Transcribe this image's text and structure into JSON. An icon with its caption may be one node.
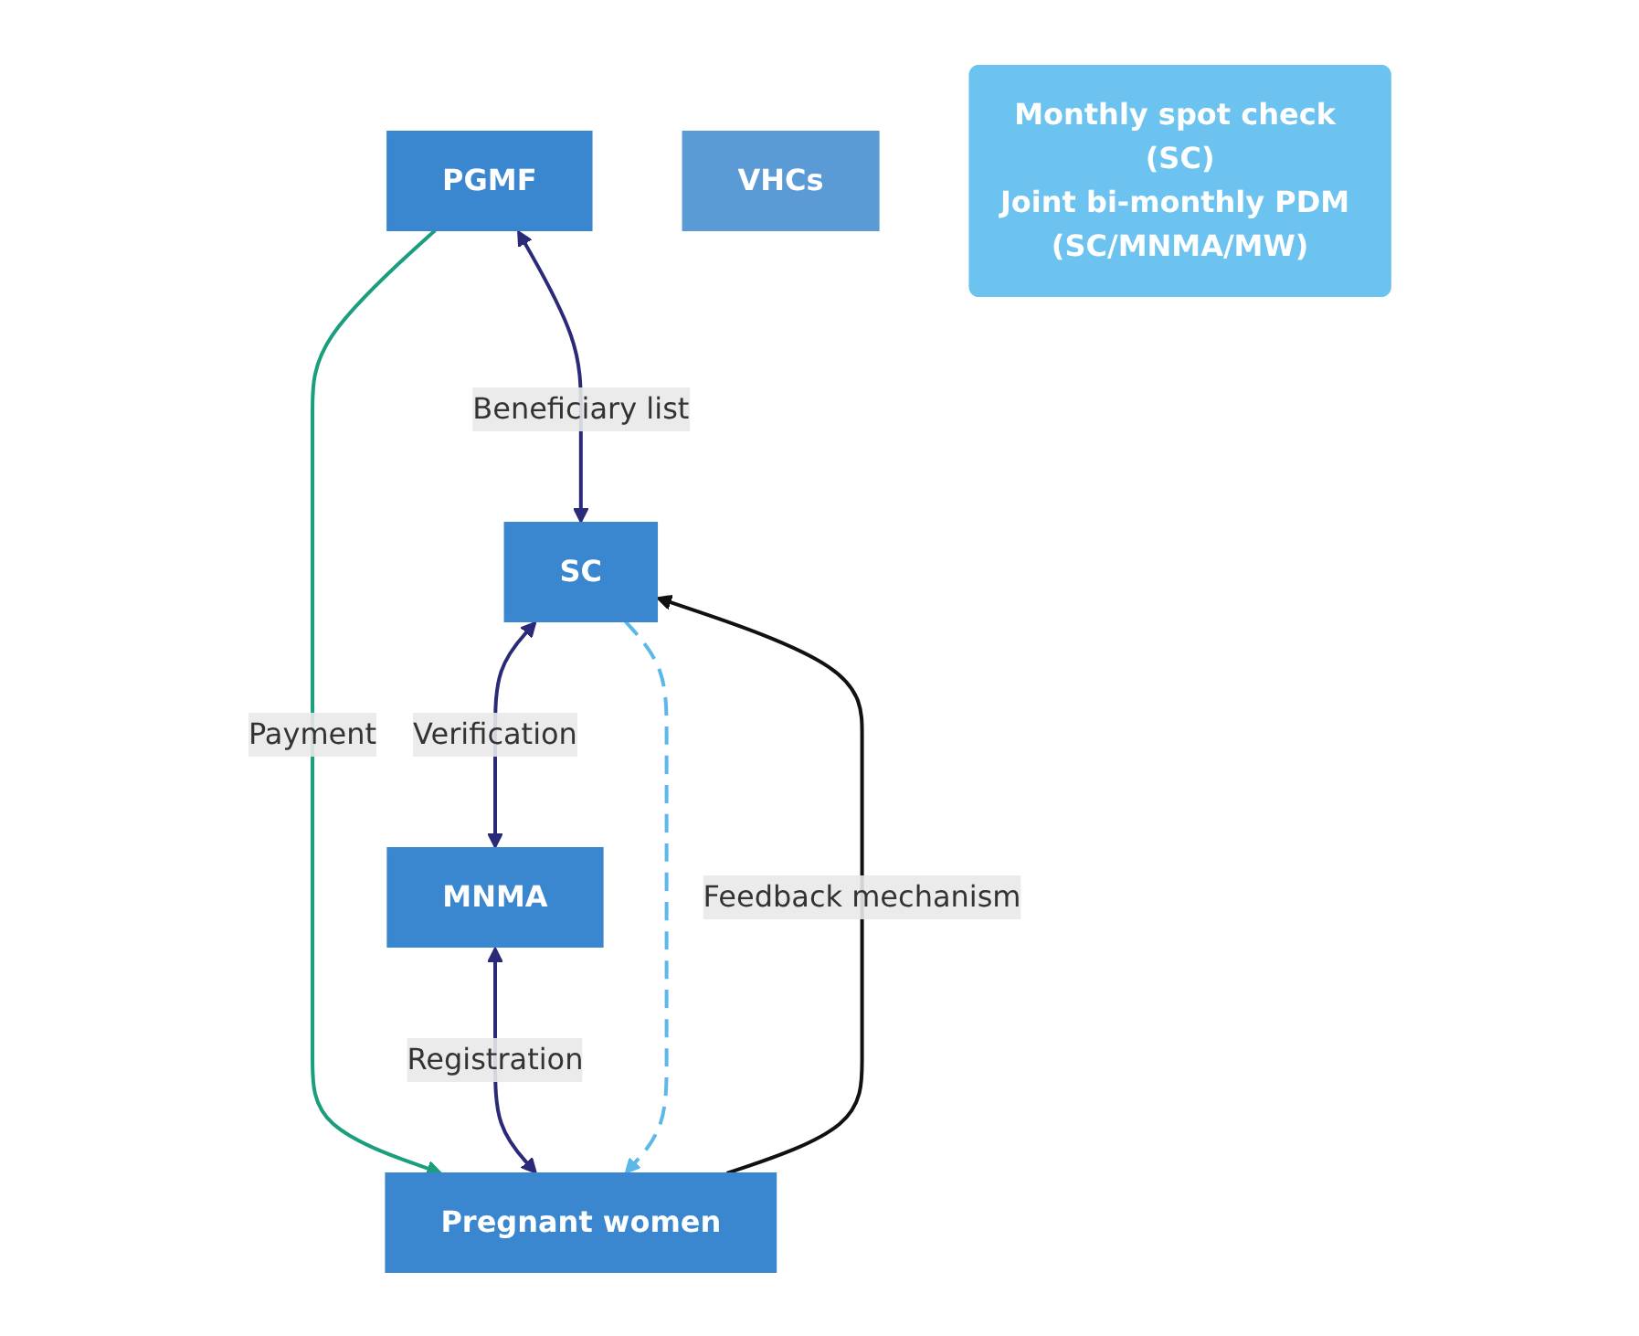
{
  "diagram": {
    "nodes": [
      {
        "text": [
          "PGMF"
        ]
      },
      {
        "text": [
          "SC"
        ]
      },
      {
        "text": [
          "MNMA"
        ]
      },
      {
        "text": [
          "Pregnant women"
        ]
      },
      {
        "text": [
          "VHCs"
        ]
      },
      {
        "text": [
          "Monthly spot check (SC)",
          "Joint bi-monthly PDM (SC/MNMA/MW)"
        ]
      }
    ],
    "edges": [
      {
        "from": 0,
        "to": 1,
        "arrow": "both",
        "label": "Beneficiary list"
      },
      {
        "from": 1,
        "to": 2,
        "arrow": "both",
        "label": "Verification"
      },
      {
        "from": 0,
        "to": 3,
        "arrow": "to",
        "label": "Payment",
        "color": "#1a9e7e"
      },
      {
        "from": 2,
        "to": 3,
        "arrow": "both",
        "label": "Registration"
      },
      {
        "from": 3,
        "to": 1,
        "arrow": "to",
        "label": "Feedback mechanism",
        "color": "#111111"
      },
      {
        "from": 1,
        "to": 3,
        "arrow": "to",
        "style": "dashed",
        "color": "#5bb8e8"
      }
    ]
  }
}
